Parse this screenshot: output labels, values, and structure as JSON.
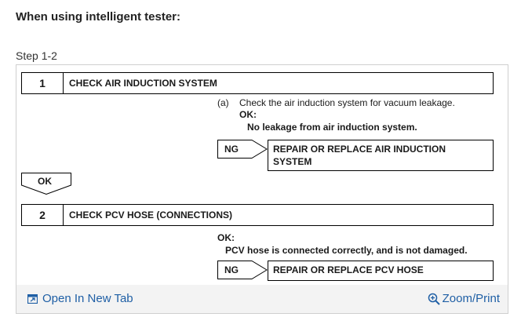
{
  "heading": "When using intelligent tester:",
  "step_label": "Step 1-2",
  "step1": {
    "number": "1",
    "title": "CHECK AIR INDUCTION SYSTEM",
    "instruction_marker": "(a)",
    "instruction": "Check the air induction system for vacuum leakage.",
    "ok_label": "OK:",
    "ok_text": "No leakage from air induction system.",
    "ng_label": "NG",
    "ng_action_line1": "REPAIR OR REPLACE AIR INDUCTION",
    "ng_action_line2": "SYSTEM"
  },
  "ok_arrow_label": "OK",
  "step2": {
    "number": "2",
    "title": "CHECK PCV HOSE (CONNECTIONS)",
    "ok_label": "OK:",
    "ok_text": "PCV hose is connected correctly, and is not damaged.",
    "ng_label": "NG",
    "ng_action": "REPAIR OR REPLACE PCV HOSE"
  },
  "footer": {
    "open_new_tab": "Open In New Tab",
    "zoom_print": "Zoom/Print"
  },
  "colors": {
    "link": "#1f5fa5",
    "footer_bg": "#f3f3f3"
  }
}
